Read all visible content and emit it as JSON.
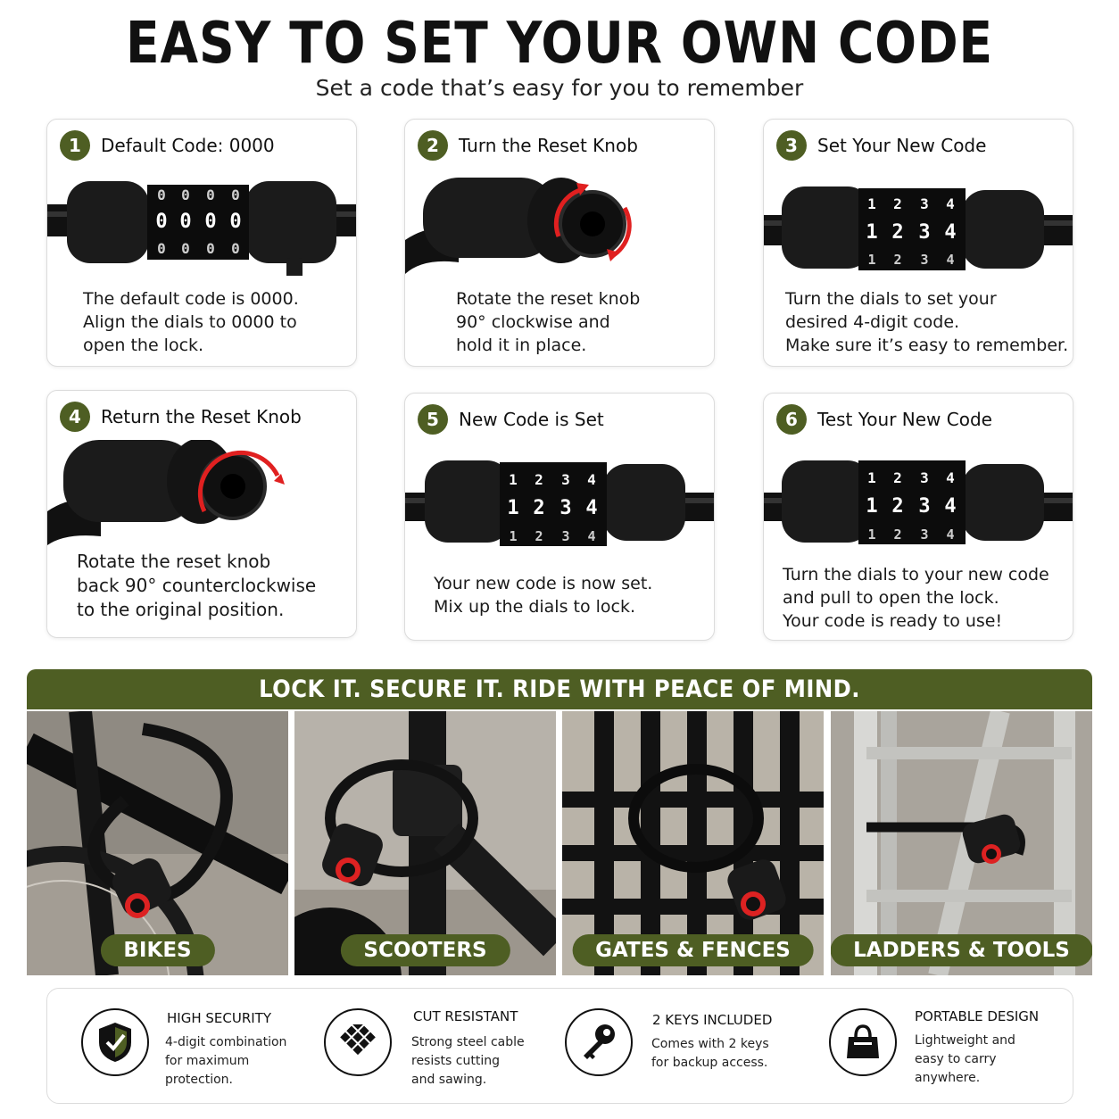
{
  "header": {
    "title": "EASY TO SET YOUR OWN CODE",
    "subtitle": "Set a code that’s easy for you to remember"
  },
  "steps": [
    {
      "number": "1",
      "title": "Default Code: 0000",
      "dials": [
        "0",
        "0",
        "0",
        "0"
      ],
      "description": "The default code is 0000.\nAlign the dials to 0000 to\nopen the lock."
    },
    {
      "number": "2",
      "title": "Turn the Reset Knob",
      "description": "Rotate the reset knob\n90° clockwise and\nhold it in place."
    },
    {
      "number": "3",
      "title": "Set Your New Code",
      "dials": [
        "1",
        "2",
        "3",
        "4"
      ],
      "description": "Turn the dials to set your\ndesired 4-digit code.\nMake sure it’s easy to remember."
    },
    {
      "number": "4",
      "title": "Return the Reset Knob",
      "description": "Rotate the reset knob\nback 90° counterclockwise\nto the original position."
    },
    {
      "number": "5",
      "title": "New Code is Set",
      "dials": [
        "1",
        "2",
        "3",
        "4"
      ],
      "description": "Your new code is now set.\nMix up the dials to lock."
    },
    {
      "number": "6",
      "title": "Test Your New Code",
      "dials": [
        "1",
        "2",
        "3",
        "4"
      ],
      "description": "Turn the dials to your new code\nand pull to open the lock.\nYour code is ready to use!"
    }
  ],
  "banner": {
    "text": "LOCK IT. SECURE IT. RIDE WITH PEACE OF MIND."
  },
  "uses": [
    {
      "label": "BIKES"
    },
    {
      "label": "SCOOTERS"
    },
    {
      "label": "GATES & FENCES"
    },
    {
      "label": "LADDERS & TOOLS"
    }
  ],
  "features": [
    {
      "icon": "shield-check-icon",
      "title": "HIGH SECURITY",
      "description": "4-digit combination\nfor maximum protection."
    },
    {
      "icon": "diamond-mesh-icon",
      "title": "CUT RESISTANT",
      "description": "Strong steel cable\nresists cutting\nand sawing."
    },
    {
      "icon": "key-icon",
      "title": "2 KEYS INCLUDED",
      "description": "Comes with 2 keys\nfor backup access."
    },
    {
      "icon": "bag-icon",
      "title": "PORTABLE DESIGN",
      "description": "Lightweight and\neasy to carry\nanywhere."
    }
  ],
  "colors": {
    "accent": "#4e5e23",
    "arrow": "#e02020",
    "lock_body": "#1b1b1b"
  }
}
